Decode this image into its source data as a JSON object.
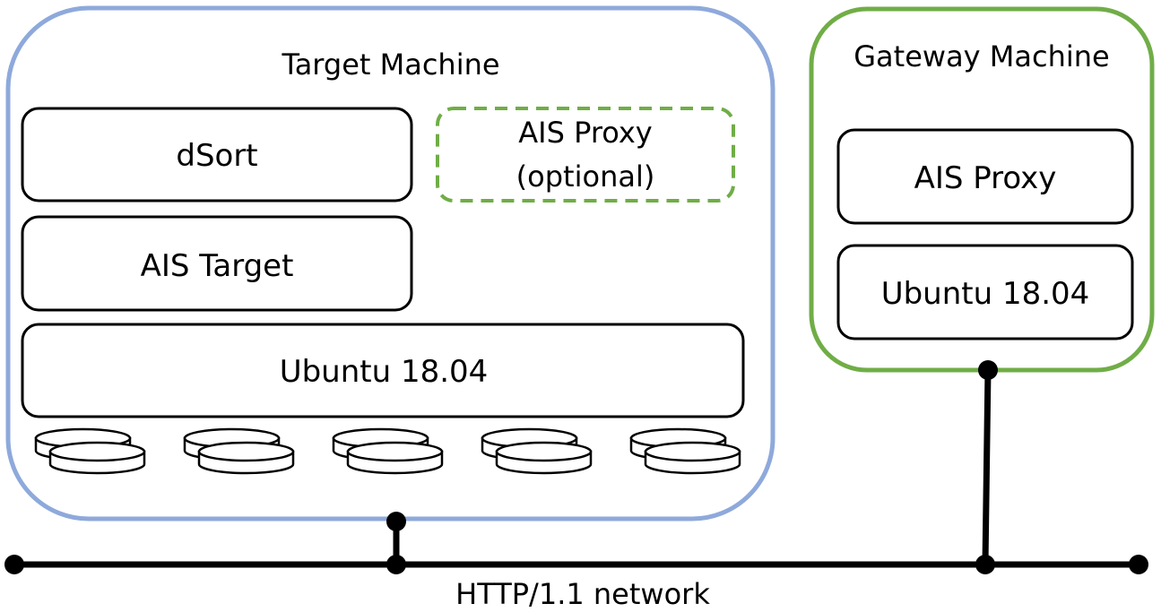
{
  "target_machine": {
    "title": "Target Machine",
    "dsort_label": "dSort",
    "proxy_label_line1": "AIS Proxy",
    "proxy_label_line2": "(optional)",
    "ais_target_label": "AIS Target",
    "os_label": "Ubuntu 18.04",
    "disk_count": 5
  },
  "gateway_machine": {
    "title": "Gateway Machine",
    "proxy_label": "AIS Proxy",
    "os_label": "Ubuntu 18.04"
  },
  "network": {
    "label": "HTTP/1.1 network"
  },
  "colors": {
    "target_border": "#8EA9DB",
    "gateway_border": "#70AD47",
    "optional_proxy_border": "#70AD47",
    "line": "#000000"
  }
}
